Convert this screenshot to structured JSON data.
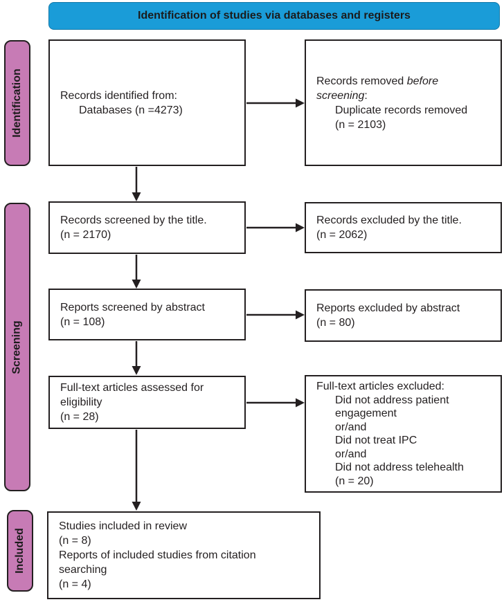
{
  "title_banner": "Identification of studies via databases and registers",
  "stages": [
    {
      "label": "Identification"
    },
    {
      "label": "Screening"
    },
    {
      "label": "Included"
    }
  ],
  "boxes": {
    "records_identified": {
      "line1": "Records identified from:",
      "line2": "Databases (n =4273)"
    },
    "records_removed": {
      "prefix": "Records removed ",
      "italic1": "before",
      "italic2": "screening",
      "suffix": ":",
      "line2": "Duplicate records removed",
      "line3": "(n = 2103)"
    },
    "records_screened_title": {
      "line1": "Records screened by the title.",
      "line2": "(n = 2170)"
    },
    "records_excluded_title": {
      "line1": "Records excluded by the title.",
      "line2": "(n = 2062)"
    },
    "reports_screened_abstract": {
      "line1": "Reports screened by abstract",
      "line2": "(n = 108)"
    },
    "reports_excluded_abstract": {
      "line1": "Reports excluded by abstract",
      "line2": "(n = 80)"
    },
    "fulltext_assessed": {
      "line1": "Full-text articles assessed for",
      "line2": "eligibility",
      "line3": "(n = 28)"
    },
    "fulltext_excluded": {
      "line1": "Full-text articles excluded:",
      "line2": "Did not address patient",
      "line3": "engagement",
      "line4": "or/and",
      "line5": "Did not treat IPC",
      "line6": "or/and",
      "line7": "Did not address telehealth",
      "line8": "(n = 20)"
    },
    "studies_included": {
      "line1": "Studies included in review",
      "line2": "(n = 8)",
      "line3": "Reports of included studies from citation",
      "line4": "searching",
      "line5": "(n = 4)"
    }
  },
  "colors": {
    "banner_bg": "#1A9CD8",
    "stage_bg": "#C77BB5",
    "border": "#231F20",
    "text": "#231F20"
  }
}
